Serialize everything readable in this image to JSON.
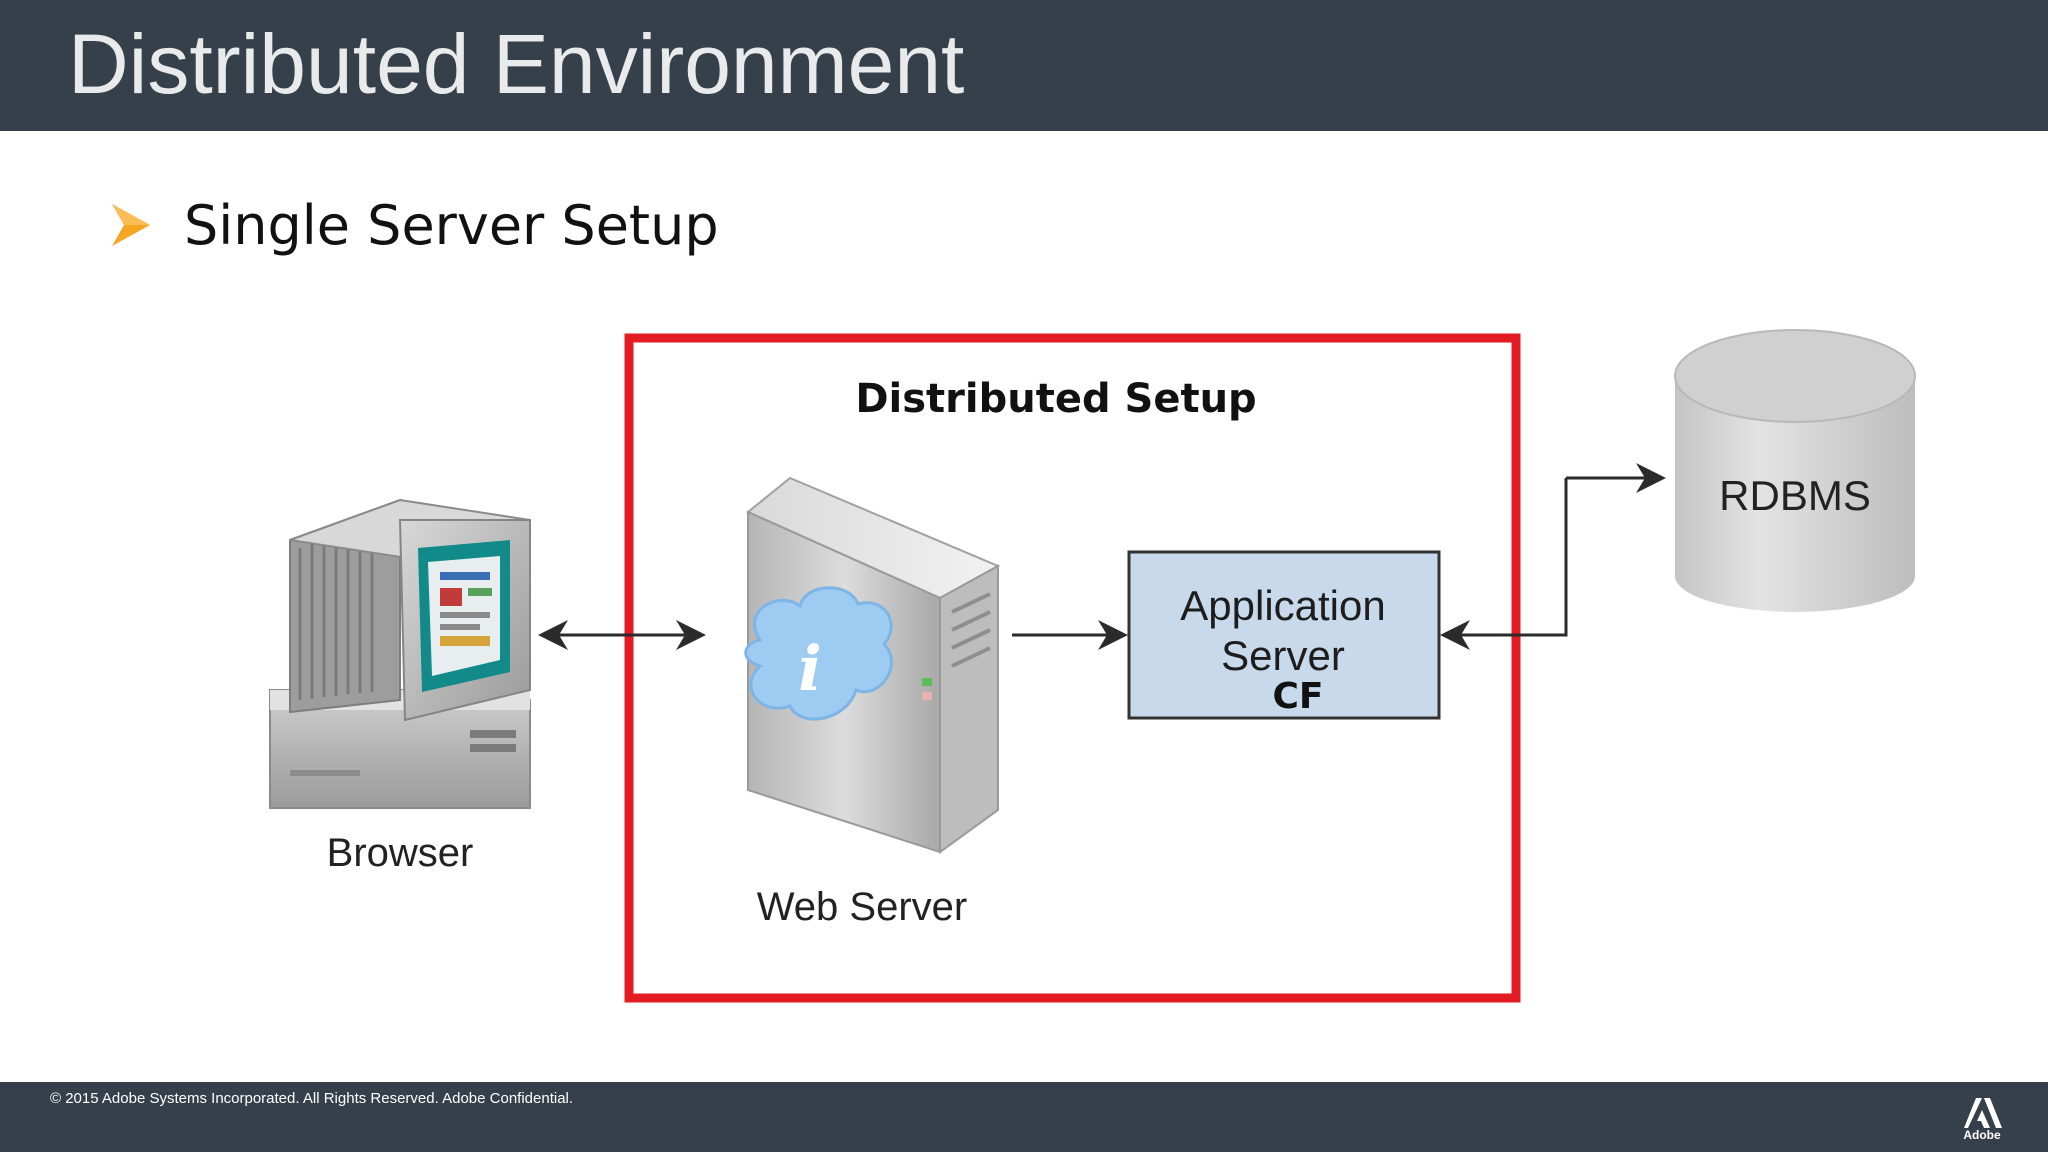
{
  "slide": {
    "title": "Distributed Environment",
    "bullet": "Single Server Setup",
    "colors": {
      "header_bg": "#36404a",
      "bullet_arrow": "#f5a623",
      "frame_red": "#e31b23",
      "app_server_fill": "#c8d9ec"
    }
  },
  "diagram": {
    "group_label": "Distributed Setup",
    "nodes": {
      "browser": {
        "label": "Browser",
        "icon": "desktop-computer-icon"
      },
      "web_server": {
        "label": "Web Server",
        "icon": "server-tower-icon",
        "badge_icon": "info-cloud-icon",
        "badge_text": "i"
      },
      "app_server": {
        "line1": "Application",
        "line2": "Server",
        "line3": "CF"
      },
      "rdbms": {
        "label": "RDBMS",
        "icon": "database-cylinder-icon"
      }
    }
  },
  "footer": {
    "copyright": "© 2015 Adobe Systems Incorporated.  All Rights Reserved.  Adobe Confidential.",
    "logo_text": "Adobe",
    "logo_icon": "adobe-logo-icon"
  }
}
